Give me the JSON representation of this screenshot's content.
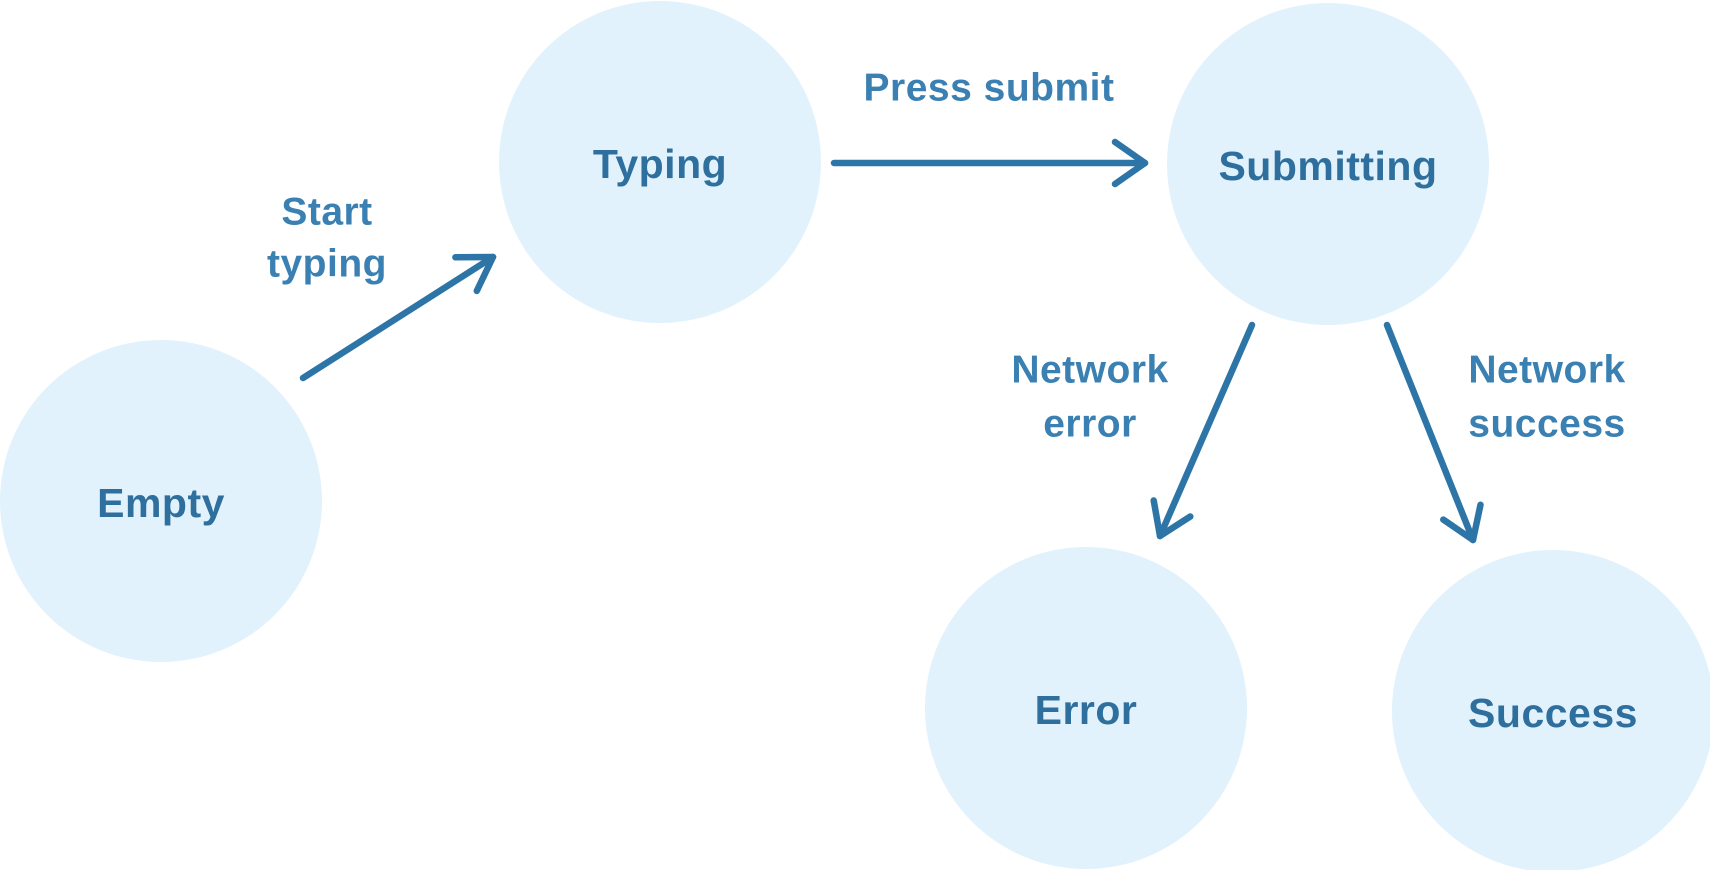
{
  "diagram": {
    "type": "state-machine",
    "nodes": [
      {
        "id": "empty",
        "label": "Empty"
      },
      {
        "id": "typing",
        "label": "Typing"
      },
      {
        "id": "submitting",
        "label": "Submitting"
      },
      {
        "id": "error",
        "label": "Error"
      },
      {
        "id": "success",
        "label": "Success"
      }
    ],
    "edges": [
      {
        "from": "empty",
        "to": "typing",
        "label": "Start typing",
        "label_line1": "Start",
        "label_line2": "typing"
      },
      {
        "from": "typing",
        "to": "submitting",
        "label": "Press submit",
        "label_line1": "Press submit",
        "label_line2": ""
      },
      {
        "from": "submitting",
        "to": "error",
        "label": "Network error",
        "label_line1": "Network",
        "label_line2": "error"
      },
      {
        "from": "submitting",
        "to": "success",
        "label": "Network success",
        "label_line1": "Network",
        "label_line2": "success"
      }
    ],
    "colors": {
      "background": "#ffffff",
      "node_fill": "#e1f2fc",
      "node_text": "#2e6f9d",
      "edge_label_text": "#3a80b2",
      "arrow": "#2d75a7"
    }
  }
}
